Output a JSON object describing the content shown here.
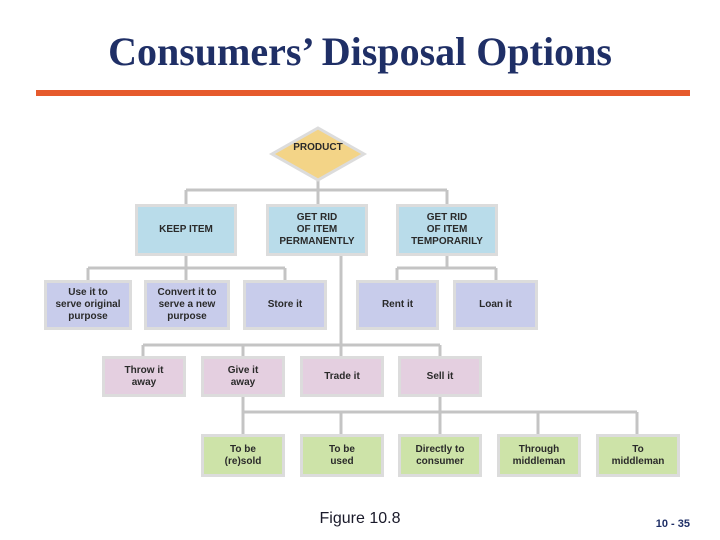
{
  "slide": {
    "title": "Consumers’ Disposal Options",
    "caption": "Figure 10.8",
    "page_number": "10 - 35"
  },
  "diagram": {
    "root": "PRODUCT",
    "level1": [
      "KEEP ITEM",
      "GET RID\nOF ITEM\nPERMANENTLY",
      "GET RID\nOF ITEM\nTEMPORARILY"
    ],
    "keep_options": [
      "Use it to\nserve original\npurpose",
      "Convert it to\nserve a new\npurpose",
      "Store it"
    ],
    "temporary_options": [
      "Rent it",
      "Loan it"
    ],
    "permanent_options": [
      "Throw it\naway",
      "Give it\naway",
      "Trade it",
      "Sell it"
    ],
    "sell_options": [
      "To be\n(re)sold",
      "To be\nused",
      "Directly to\nconsumer",
      "Through\nmiddleman",
      "To\nmiddleman"
    ]
  },
  "colors": {
    "title": "#1f2f66",
    "rule": "#e65a2c",
    "product": "#f3d487",
    "level1": "#b9dcea",
    "keep_temp_options": "#c8cceb",
    "permanent_options": "#e4cfe0",
    "sell_options": "#cde3a8",
    "connector": "#c4c4c4"
  }
}
